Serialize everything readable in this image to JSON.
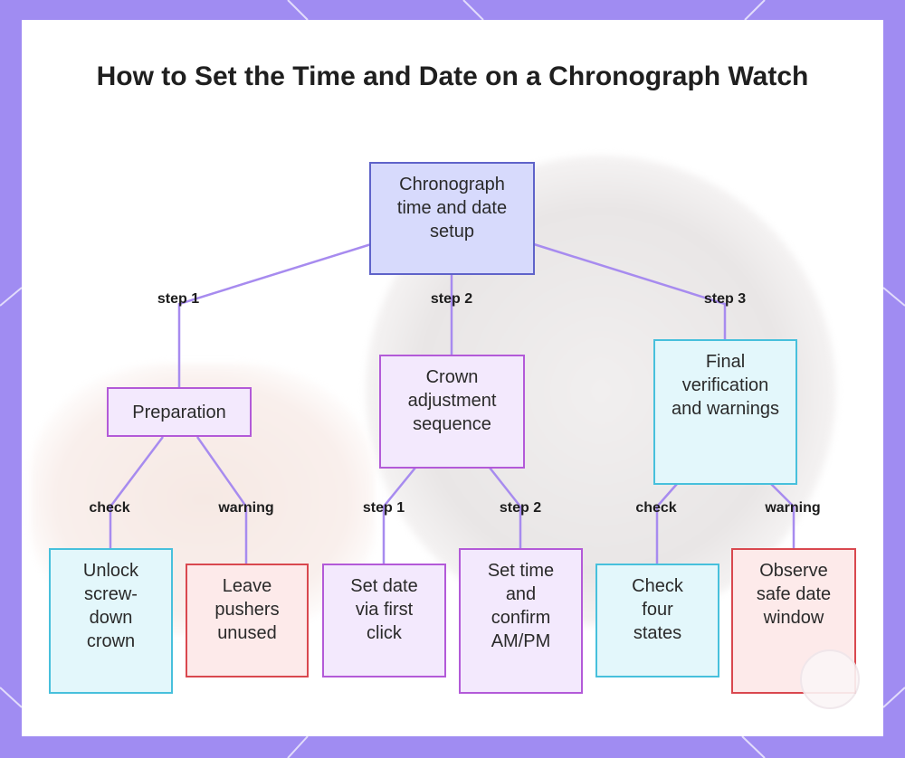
{
  "title": "How to Set the Time and Date on a Chronograph Watch",
  "colors": {
    "frame": "#a08cf2",
    "edge": "#a78bef",
    "root_fill": "#d7dafc",
    "root_border": "#5f63c9",
    "purple_fill": "#f3e9fd",
    "purple_border": "#b35ad8",
    "cyan_fill": "#e3f7fb",
    "cyan_border": "#47c0dc",
    "red_fill": "#fdeaea",
    "red_border": "#d9484f"
  },
  "nodes": {
    "root": "Chronograph time and date setup",
    "preparation": "Preparation",
    "crown_sequence": "Crown adjustment sequence",
    "final_verification": "Final verification and warnings",
    "unlock_crown": "Unlock screw-down crown",
    "leave_pushers": "Leave pushers unused",
    "set_date": "Set date via first click",
    "set_time": "Set time and confirm AM/PM",
    "check_states": "Check four states",
    "observe_window": "Observe safe date window"
  },
  "edge_labels": {
    "root_step1": "step 1",
    "root_step2": "step 2",
    "root_step3": "step 3",
    "prep_check": "check",
    "prep_warning": "warning",
    "crown_step1": "step 1",
    "crown_step2": "step 2",
    "final_check": "check",
    "final_warning": "warning"
  }
}
